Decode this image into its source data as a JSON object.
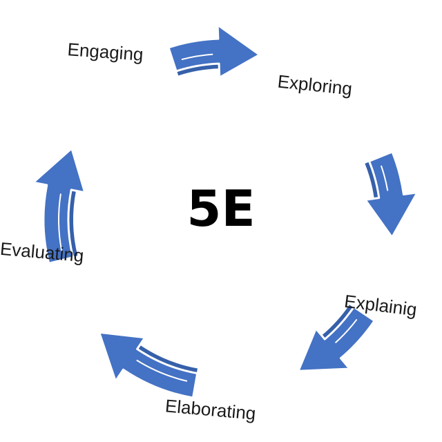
{
  "diagram": {
    "title": "5E",
    "stages": [
      {
        "label": "Engaging"
      },
      {
        "label": "Exploring"
      },
      {
        "label": "Explainig"
      },
      {
        "label": "Elaborating"
      },
      {
        "label": "Evaluating"
      }
    ],
    "arrow_color": "#4472C4",
    "arrow_edge_color": "#ffffff"
  }
}
